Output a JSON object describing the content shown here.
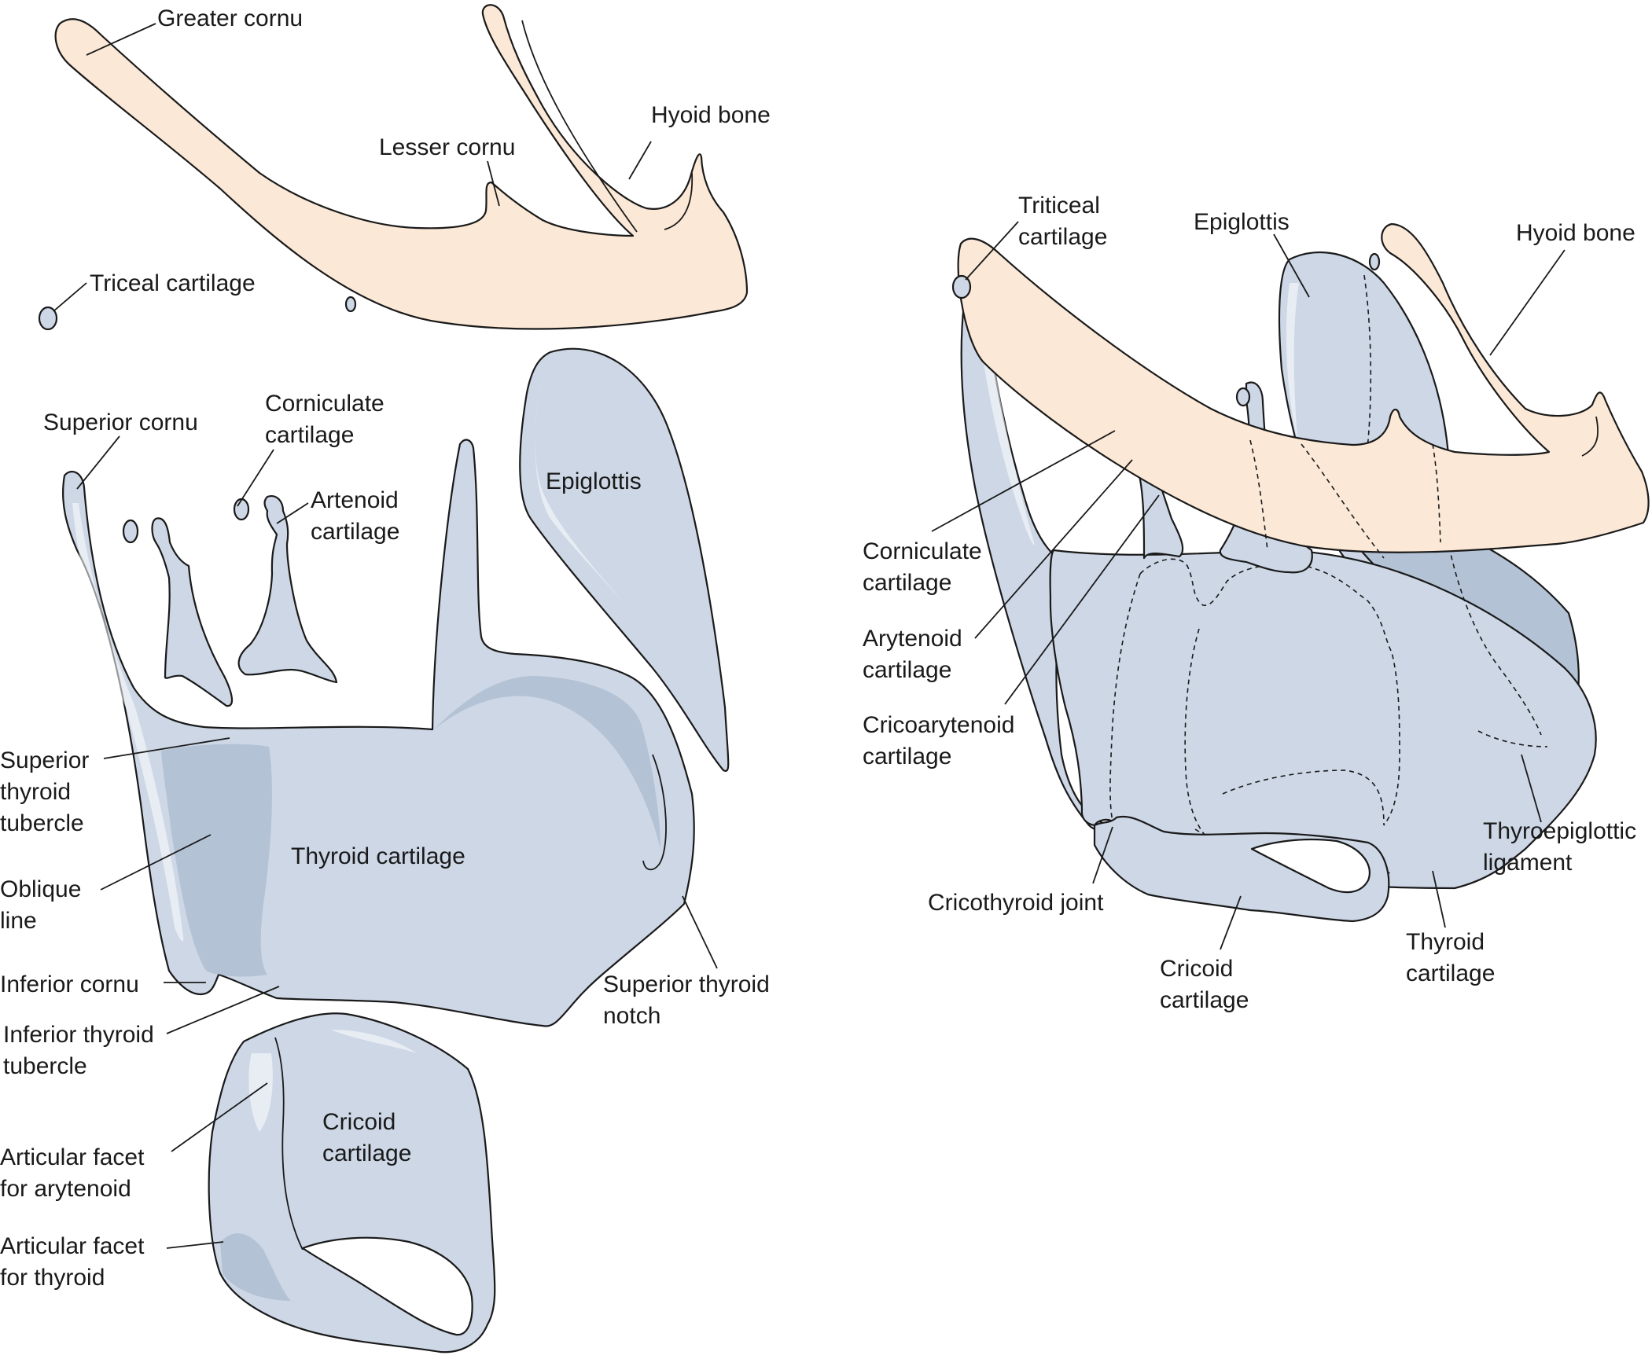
{
  "colors": {
    "cartilage": "#cdd7e6",
    "cartilage_shadow": "#97a8c2",
    "bone": "#fbe8d6",
    "outline": "#1a1a1a"
  },
  "left_panel": {
    "labels": {
      "greater_cornu": "Greater cornu",
      "hyoid_bone": "Hyoid bone",
      "lesser_cornu": "Lesser cornu",
      "triceal_cartilage": "Triceal cartilage",
      "superior_cornu": "Superior cornu",
      "corniculate_cartilage": [
        "Corniculate",
        "cartilage"
      ],
      "artenoid_cartilage": [
        "Artenoid",
        "cartilage"
      ],
      "epiglottis": "Epiglottis",
      "superior_thyroid_tubercle": [
        "Superior",
        "thyroid",
        "tubercle"
      ],
      "thyroid_cartilage": "Thyroid cartilage",
      "oblique_line": [
        "Oblique",
        "line"
      ],
      "inferior_cornu": "Inferior cornu",
      "inferior_thyroid_tubercle": [
        "Inferior thyroid",
        "tubercle"
      ],
      "superior_thyroid_notch": [
        "Superior thyroid",
        "notch"
      ],
      "cricoid_cartilage": [
        "Cricoid",
        "cartilage"
      ],
      "articular_facet_arytenoid": [
        "Articular facet",
        "for arytenoid"
      ],
      "articular_facet_thyroid": [
        "Articular facet",
        "for thyroid"
      ]
    }
  },
  "right_panel": {
    "labels": {
      "triticeal_cartilage": [
        "Triticeal",
        "cartilage"
      ],
      "epiglottis": "Epiglottis",
      "hyoid_bone": "Hyoid bone",
      "corniculate_cartilage": [
        "Corniculate",
        "cartilage"
      ],
      "arytenoid_cartilage": [
        "Arytenoid",
        "cartilage"
      ],
      "cricoarytenoid_cartilage": [
        "Cricoarytenoid",
        "cartilage"
      ],
      "cricothyroid_joint": "Cricothyroid joint",
      "cricoid_cartilage": [
        "Cricoid",
        "cartilage"
      ],
      "thyroid_cartilage": [
        "Thyroid",
        "cartilage"
      ],
      "thyroepiglottic_ligament": [
        "Thyroepiglottic",
        "ligament"
      ]
    }
  }
}
